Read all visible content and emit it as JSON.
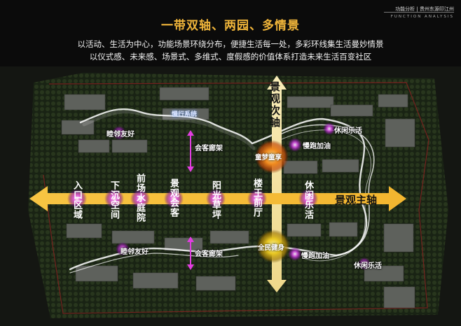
{
  "header": {
    "tag_cn": "功能分析 | 贵州东源印江州",
    "tag_en": "FUNCTION ANALYSIS"
  },
  "title": "一带双轴、两园、多情景",
  "subtitle_lines": [
    "以活动、生活为中心，功能场景环绕分布，便捷生活每一处，多彩环线集生活曼妙情景",
    "以仪式感、未来感、场景式、多维式、度假感的价值体系打造未来生活百变社区"
  ],
  "axes": {
    "horizontal_label": "景观主轴",
    "vertical_label": "景观次轴"
  },
  "main_axis_nodes": [
    "入口区域",
    "下沉空间",
    "前场水庭院",
    "景观会客",
    "阳光草坪",
    "楼王前厅",
    "休闲乐活"
  ],
  "nodes": {
    "walkway": "慢行系统",
    "neighbor_top": "睦邻友好",
    "neighbor_bottom": "睦邻友好",
    "corridor_top": "会客廊架",
    "corridor_bottom": "会客廊架",
    "kids": "童梦童享",
    "fitness": "全民健身",
    "jog_top": "慢跑加油",
    "jog_bottom": "慢跑加油",
    "leisure_top": "休闲乐活",
    "leisure_bottom": "休闲乐活"
  },
  "colors": {
    "title": "#f0b53a",
    "axis": "#f5bd3c",
    "vertical_axis": "#f3e7b0",
    "node_glow": "#c23bd3",
    "loop_path": "#ffffff",
    "corridor_marker": "#e23ee0"
  }
}
